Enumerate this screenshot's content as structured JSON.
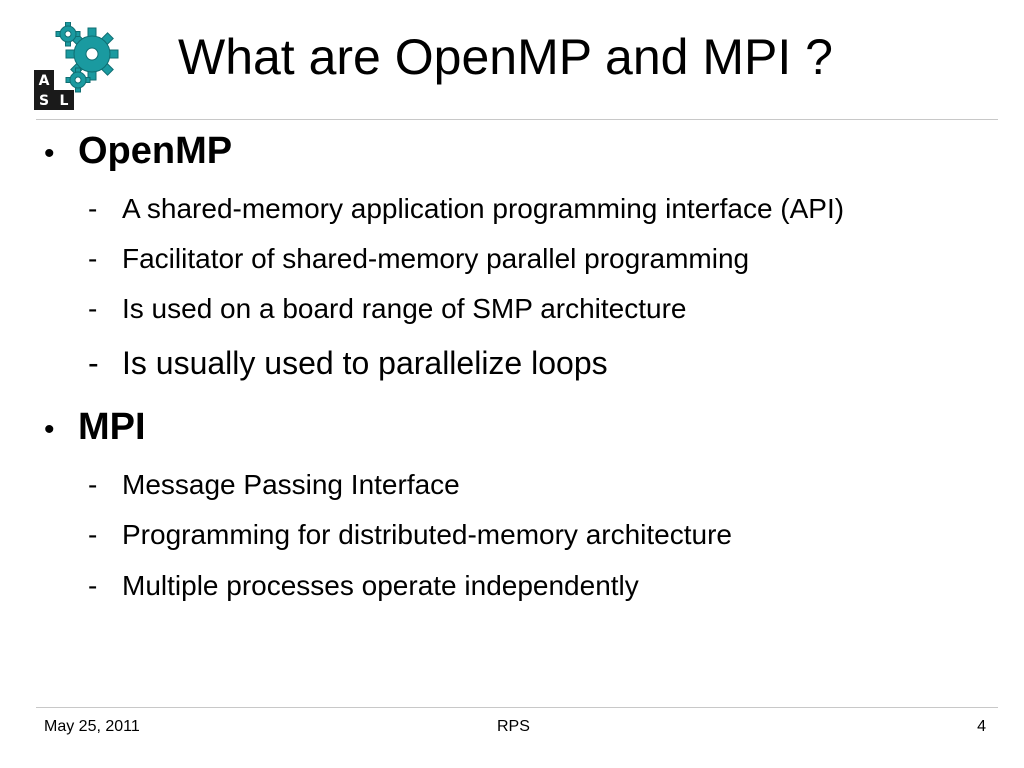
{
  "title": "What are OpenMP and MPI ?",
  "logo": {
    "letters": [
      "A",
      "S",
      "L"
    ],
    "gear_color": "#1a9aa0",
    "box_color": "#1a1a1a"
  },
  "sections": [
    {
      "heading": "OpenMP",
      "items": [
        "A shared-memory application programming interface (API)",
        "Facilitator of shared-memory parallel programming",
        "Is used on a board range of SMP architecture",
        "Is usually used to parallelize loops"
      ]
    },
    {
      "heading": "MPI",
      "items": [
        "Message Passing Interface",
        "Programming for distributed-memory architecture",
        "Multiple processes operate independently"
      ]
    }
  ],
  "symbols": {
    "bullet": "•",
    "dash": "-"
  },
  "footer": {
    "date": "May 25, 2011",
    "center": "RPS",
    "page": "4"
  }
}
